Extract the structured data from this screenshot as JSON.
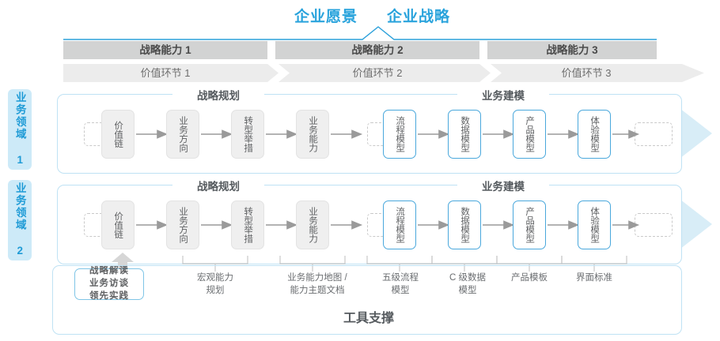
{
  "top": {
    "vision": "企业愿景",
    "strategy": "企业战略"
  },
  "capabilities": [
    {
      "label": "战略能力 1",
      "value_link": "价值环节 1"
    },
    {
      "label": "战略能力 2",
      "value_link": "价值环节 2"
    },
    {
      "label": "战略能力 3",
      "value_link": "价值环节 3"
    }
  ],
  "domains": [
    {
      "label": "业务领域 1"
    },
    {
      "label": "业务领域 2"
    }
  ],
  "sections": {
    "planning": "战略规划",
    "modeling": "业务建模"
  },
  "nodes": {
    "planning": [
      {
        "label": "价值链",
        "style": "gray"
      },
      {
        "label": "业务方向",
        "style": "gray"
      },
      {
        "label": "转型举措",
        "style": "gray"
      },
      {
        "label": "业务能力",
        "style": "gray"
      }
    ],
    "modeling": [
      {
        "label": "流程模型",
        "style": "blue"
      },
      {
        "label": "数据模型",
        "style": "blue"
      },
      {
        "label": "产品模型",
        "style": "blue"
      },
      {
        "label": "体验模型",
        "style": "blue"
      }
    ]
  },
  "bottom": {
    "tool_box": "战略解读\n业务访谈\n领先实践",
    "labels": [
      "宏观能力\n规划",
      "业务能力地图 /\n能力主题文档",
      "五级流程\n模型",
      "C 级数据\n模型",
      "产品模板",
      "界面标准"
    ],
    "title": "工具支撑"
  },
  "colors": {
    "accent_blue": "#29a3dc",
    "node_blue_border": "#4aa8dc",
    "tab_blue_bg": "#cdeaf8",
    "band_blue": "#eef6fb",
    "cap_gray": "#d2d3d3",
    "link_gray": "#ececec",
    "node_gray": "#efefef"
  }
}
